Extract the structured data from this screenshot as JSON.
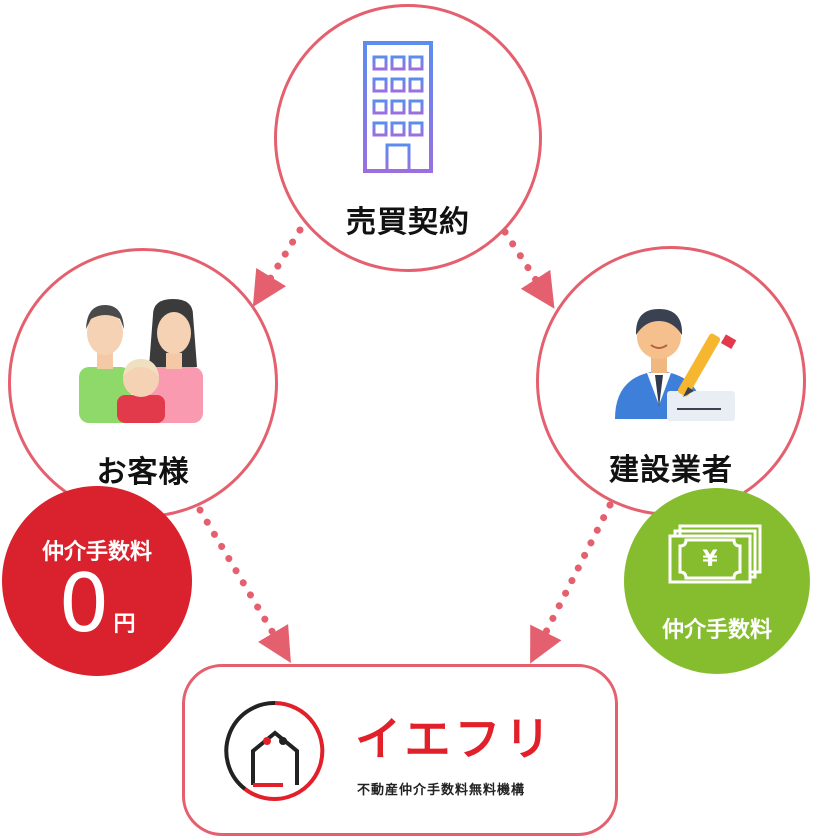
{
  "nodes": {
    "top_label": "売買契約",
    "left_label": "お客様",
    "right_label": "建設業者"
  },
  "badges": {
    "left_title": "仲介手数料",
    "left_amount": "0",
    "left_unit": "円",
    "right_title": "仲介手数料"
  },
  "brand": {
    "name": "イエフリ",
    "subtitle": "不動産仲介手数料無料機構"
  },
  "icons": {
    "top": "building-icon",
    "left": "family-icon",
    "right": "contractor-signing-icon",
    "right_badge": "yen-banknotes-icon",
    "brand": "house-logo-icon"
  },
  "colors": {
    "ring": "#e5606e",
    "arrow": "#e5606e",
    "badge_red": "#d9222d",
    "badge_green": "#86bd2e",
    "brand_red": "#e2202a"
  }
}
